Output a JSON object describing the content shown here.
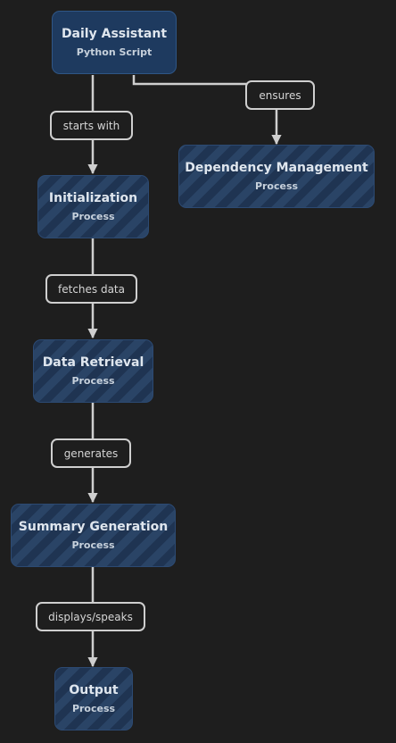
{
  "diagram": {
    "nodes": [
      {
        "id": "daily-assistant",
        "title": "Daily Assistant",
        "subtitle": "Python Script"
      },
      {
        "id": "dependency-management",
        "title": "Dependency Management",
        "subtitle": "Process"
      },
      {
        "id": "initialization",
        "title": "Initialization",
        "subtitle": "Process"
      },
      {
        "id": "data-retrieval",
        "title": "Data Retrieval",
        "subtitle": "Process"
      },
      {
        "id": "summary-generation",
        "title": "Summary Generation",
        "subtitle": "Process"
      },
      {
        "id": "output",
        "title": "Output",
        "subtitle": "Process"
      }
    ],
    "edges": [
      {
        "from": "daily-assistant",
        "to": "initialization",
        "label": "starts with"
      },
      {
        "from": "daily-assistant",
        "to": "dependency-management",
        "label": "ensures"
      },
      {
        "from": "initialization",
        "to": "data-retrieval",
        "label": "fetches data"
      },
      {
        "from": "data-retrieval",
        "to": "summary-generation",
        "label": "generates"
      },
      {
        "from": "summary-generation",
        "to": "output",
        "label": "displays/speaks"
      }
    ],
    "colors": {
      "background": "#1e1e1e",
      "node_fill": "#1e3a5f",
      "node_stripe_light": "#2a4466",
      "node_stripe_dark": "#1f3452",
      "edge": "#cfcfcf",
      "text": "#dfe6ee"
    }
  }
}
